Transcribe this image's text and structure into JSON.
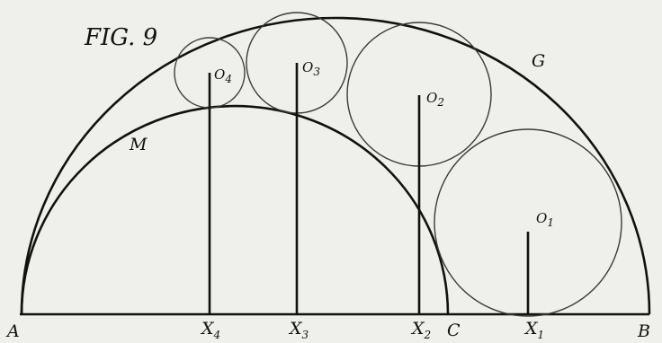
{
  "figure": {
    "title": "FIG. 9",
    "colors": {
      "ink": "#111111",
      "paper": "#efefec",
      "circle": "#3a3a3a"
    },
    "points": {
      "A": "A",
      "B": "B",
      "C": "C",
      "X1": {
        "letter": "X",
        "sub": "1"
      },
      "X2": {
        "letter": "X",
        "sub": "2"
      },
      "X3": {
        "letter": "X",
        "sub": "3"
      },
      "X4": {
        "letter": "X",
        "sub": "4"
      }
    },
    "arcs": {
      "G": "G",
      "M": "M"
    },
    "centers": {
      "O1": {
        "letter": "O",
        "sub": "1"
      },
      "O2": {
        "letter": "O",
        "sub": "2"
      },
      "O3": {
        "letter": "O",
        "sub": "3"
      },
      "O4": {
        "letter": "O",
        "sub": "4"
      }
    }
  }
}
